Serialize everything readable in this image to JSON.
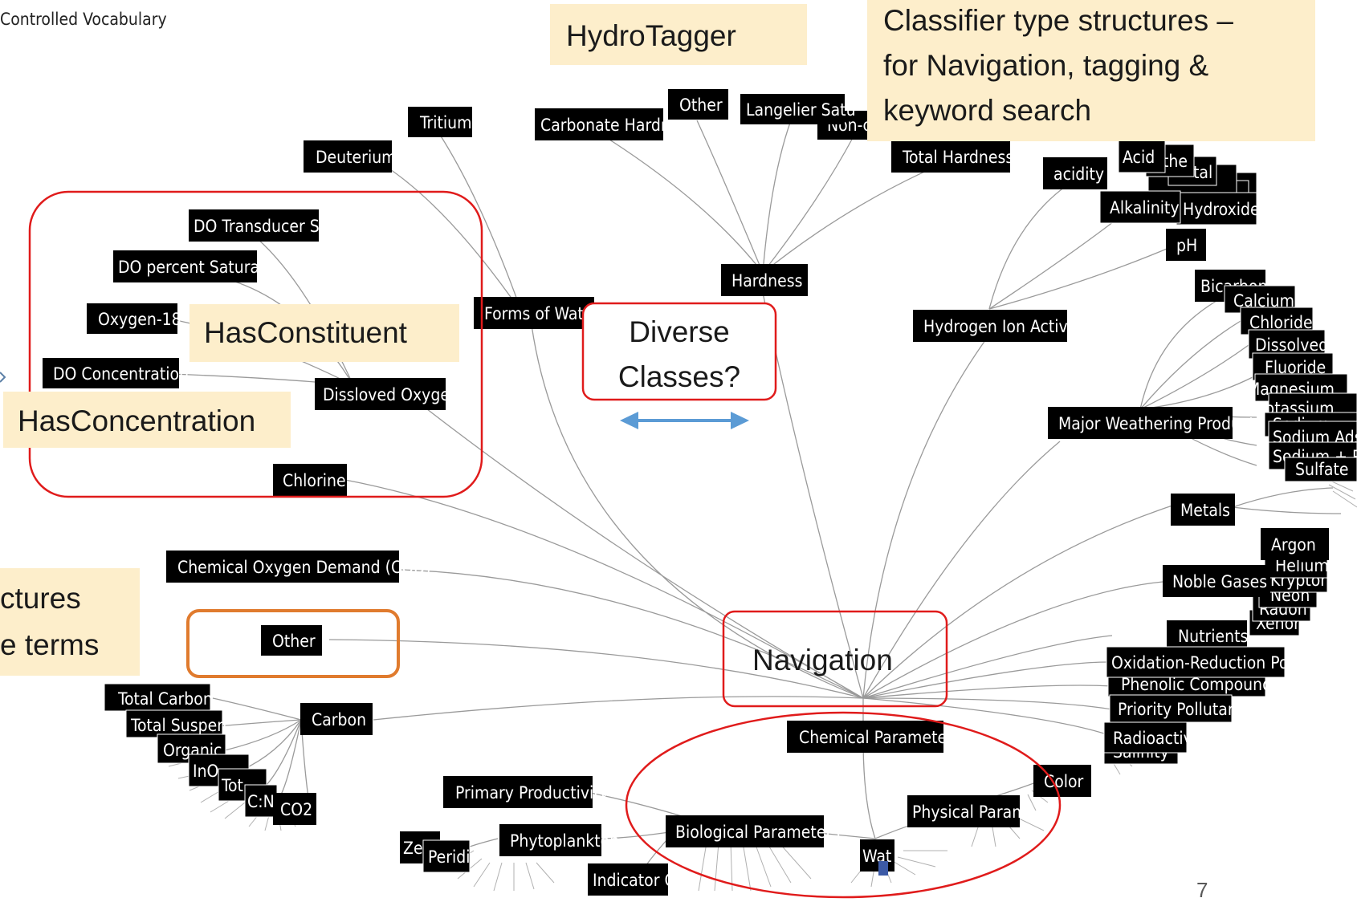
{
  "header": {
    "title": "Controlled Vocabulary"
  },
  "page_number": "7",
  "colors": {
    "node_fill": "#000000",
    "node_text": "#ffffff",
    "callout_fill": "#fdeecb",
    "red_outline": "#e01b1b",
    "orange_outline": "#e07b2e",
    "arrow": "#5b9bd5"
  },
  "callouts": {
    "hydrotagger": "HydroTagger",
    "classifier_line1": "Classifier type structures –",
    "classifier_line2": "for Navigation, tagging &",
    "classifier_line3": "keyword search",
    "has_constituent": "HasConstituent",
    "has_concentration": "HasConcentration",
    "structures_line1": "ctures",
    "structures_line2": "e terms",
    "diverse_line1": "Diverse",
    "diverse_line2": "Classes?",
    "navigation": "Navigation"
  },
  "nodes": {
    "tritium": "Tritium",
    "deuterium": "Deuterium",
    "do_transducer": "DO Transducer Sig",
    "do_percent": "DO percent Saturatio",
    "oxygen18": "Oxygen-18",
    "do_concentration": "DO Concentration",
    "dissolved_oxygen": "Dissloved Oxygen",
    "chlorine": "Chlorine",
    "cod": "Chemical Oxygen Demand (COD)",
    "other_left": "Other",
    "forms_of_water": "Forms of Water",
    "carbonate_hardness": "Carbonate Hardne",
    "other_top": "Other",
    "langelier": "Langelier Satu",
    "non_c": "Non-c",
    "total_hardness": "Total Hardness",
    "hardness": "Hardness",
    "acidity": "acidity",
    "acid": "Acid",
    "the": "the",
    "tal": "tal",
    "alkalinity": "Alkalinity",
    "hydroxide": "Hydroxide",
    "ph": "pH",
    "hydrogen_ion": "Hydrogen Ion Activity",
    "bicarbon": "Bicarbon",
    "calcium": "Calcium",
    "chloride": "Chloride",
    "dissolved": "Dissolved",
    "fluoride": "Fluoride",
    "magnesium": "Magnesium",
    "potassium": "Potassium",
    "sodium": "Sodium",
    "sodium_adso": "Sodium Adso",
    "sodium_pota": "Sodium + Pota",
    "sulfate": "Sulfate",
    "major_weathering": "Major Weathering Products",
    "metals": "Metals",
    "argon": "Argon",
    "helium": "Helium",
    "krypton": "Krypton",
    "neon": "Neon",
    "radon": "Radon",
    "xenon": "Xenon",
    "noble_gases": "Noble Gases",
    "nutrients": "Nutrients",
    "orp": "Oxidation-Reduction Potenti",
    "phenolic": "Phenolic Compounds",
    "priority": "Priority Pollutants",
    "radioactiv": "Radioactiv",
    "salinity": "Salinity",
    "chemical_parameters": "Chemical Parameters",
    "color": "Color",
    "physical_parameters": "Physical Parame",
    "wat": "Wat",
    "total_carbon": "Total Carbon",
    "total_suspen": "Total Suspen",
    "organic": "Organic",
    "inorganic": "InO",
    "tot": "Tot",
    "cn": "C:N",
    "co2": "CO2",
    "carbon": "Carbon",
    "primary_productivity": "Primary Productivity",
    "zea": "Zea",
    "peridi": "Peridi",
    "phytoplankton": "Phytoplankton",
    "indicator": "Indicator O",
    "biological_parameters": "Biological Parameters"
  }
}
